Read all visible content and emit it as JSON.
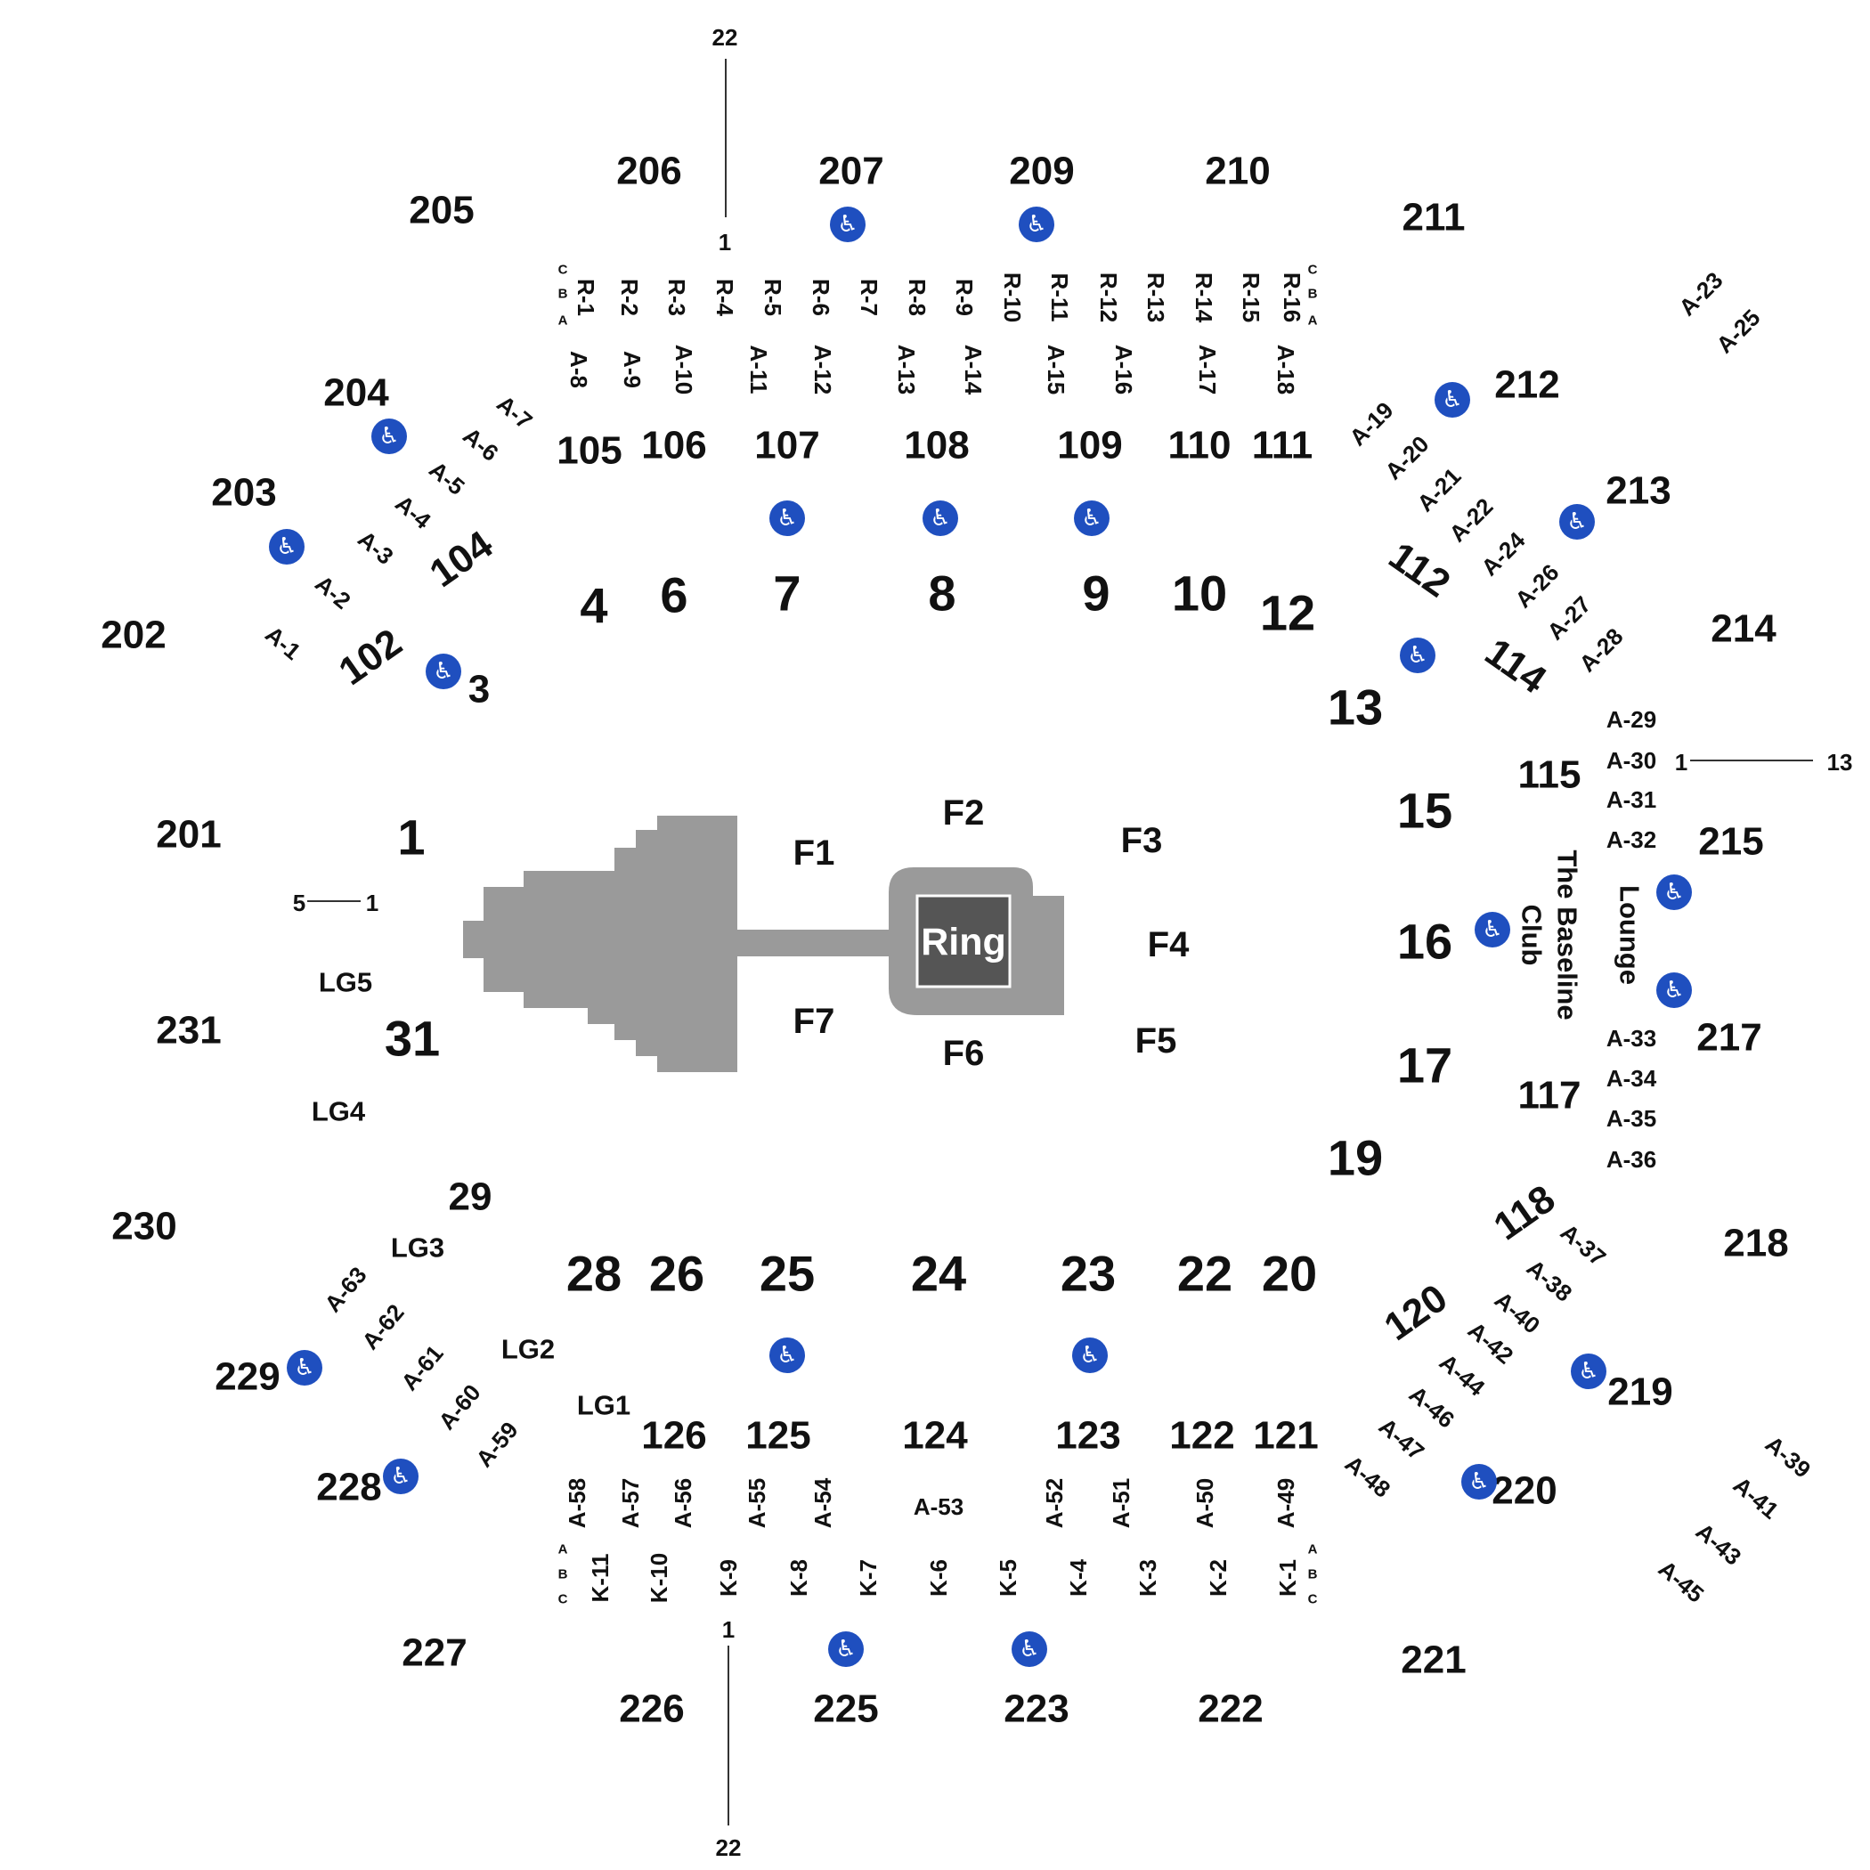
{
  "ring": {
    "label": "Ring"
  },
  "floor": {
    "f1": "F1",
    "f2": "F2",
    "f3": "F3",
    "f4": "F4",
    "f5": "F5",
    "f6": "F6",
    "f7": "F7"
  },
  "lower": {
    "s1": "1",
    "s3": "3",
    "s4": "4",
    "s6": "6",
    "s7": "7",
    "s8": "8",
    "s9": "9",
    "s10": "10",
    "s12": "12",
    "s13": "13",
    "s15": "15",
    "s16": "16",
    "s17": "17",
    "s19": "19",
    "s20": "20",
    "s22": "22",
    "s23": "23",
    "s24": "24",
    "s25": "25",
    "s26": "26",
    "s28": "28",
    "s29": "29",
    "s31": "31"
  },
  "hundreds": {
    "s102": "102",
    "s104": "104",
    "s105": "105",
    "s106": "106",
    "s107": "107",
    "s108": "108",
    "s109": "109",
    "s110": "110",
    "s111": "111",
    "s112": "112",
    "s114": "114",
    "s115": "115",
    "s117": "117",
    "s118": "118",
    "s120": "120",
    "s121": "121",
    "s122": "122",
    "s123": "123",
    "s124": "124",
    "s125": "125",
    "s126": "126"
  },
  "upper": {
    "s201": "201",
    "s202": "202",
    "s203": "203",
    "s204": "204",
    "s205": "205",
    "s206": "206",
    "s207": "207",
    "s209": "209",
    "s210": "210",
    "s211": "211",
    "s212": "212",
    "s213": "213",
    "s214": "214",
    "s215": "215",
    "s217": "217",
    "s218": "218",
    "s219": "219",
    "s220": "220",
    "s221": "221",
    "s222": "222",
    "s223": "223",
    "s225": "225",
    "s226": "226",
    "s227": "227",
    "s228": "228",
    "s229": "229",
    "s230": "230",
    "s231": "231"
  },
  "loge": {
    "lg1": "LG1",
    "lg2": "LG2",
    "lg3": "LG3",
    "lg4": "LG4",
    "lg5": "LG5"
  },
  "club": {
    "line1": "The Baseline",
    "line2": "Club",
    "lounge": "Lounge"
  },
  "row_markers": {
    "top_22": "22",
    "top_1": "1",
    "bottom_1": "1",
    "bottom_22": "22",
    "left_5": "5",
    "left_1": "1",
    "right_1": "1",
    "right_13": "13",
    "row_c": "C",
    "row_b": "B",
    "row_a": "A"
  },
  "r_labels": [
    "R-1",
    "R-2",
    "R-3",
    "R-4",
    "R-5",
    "R-6",
    "R-7",
    "R-8",
    "R-9",
    "R-10",
    "R-11",
    "R-12",
    "R-13",
    "R-14",
    "R-15",
    "R-16"
  ],
  "k_labels": [
    "K-11",
    "K-10",
    "K-9",
    "K-8",
    "K-7",
    "K-6",
    "K-5",
    "K-4",
    "K-3",
    "K-2",
    "K-1"
  ],
  "a_labels": {
    "a1": "A-1",
    "a2": "A-2",
    "a3": "A-3",
    "a4": "A-4",
    "a5": "A-5",
    "a6": "A-6",
    "a7": "A-7",
    "a8": "A-8",
    "a9": "A-9",
    "a10": "A-10",
    "a11": "A-11",
    "a12": "A-12",
    "a13": "A-13",
    "a14": "A-14",
    "a15": "A-15",
    "a16": "A-16",
    "a17": "A-17",
    "a18": "A-18",
    "a19": "A-19",
    "a20": "A-20",
    "a21": "A-21",
    "a22": "A-22",
    "a23": "A-23",
    "a24": "A-24",
    "a25": "A-25",
    "a26": "A-26",
    "a27": "A-27",
    "a28": "A-28",
    "a29": "A-29",
    "a30": "A-30",
    "a31": "A-31",
    "a32": "A-32",
    "a33": "A-33",
    "a34": "A-34",
    "a35": "A-35",
    "a36": "A-36",
    "a37": "A-37",
    "a38": "A-38",
    "a39": "A-39",
    "a40": "A-40",
    "a41": "A-41",
    "a42": "A-42",
    "a43": "A-43",
    "a44": "A-44",
    "a45": "A-45",
    "a46": "A-46",
    "a47": "A-47",
    "a48": "A-48",
    "a49": "A-49",
    "a50": "A-50",
    "a51": "A-51",
    "a52": "A-52",
    "a53": "A-53",
    "a54": "A-54",
    "a55": "A-55",
    "a56": "A-56",
    "a57": "A-57",
    "a58": "A-58",
    "a59": "A-59",
    "a60": "A-60",
    "a61": "A-61",
    "a62": "A-62",
    "a63": "A-63"
  },
  "accessibility": {
    "icon_name": "wheelchair-icon",
    "glyph": "♿",
    "color": "#1f4fbf"
  },
  "colors": {
    "stage": "#9a9a9a",
    "ring": "#555555",
    "background": "#ffffff"
  }
}
